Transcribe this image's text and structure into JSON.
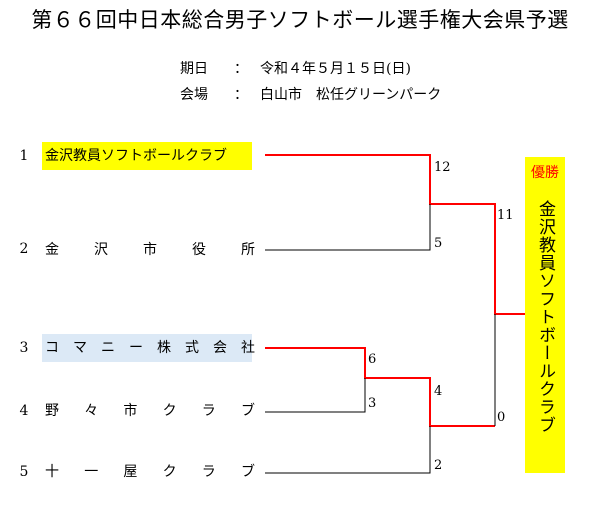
{
  "title": "第６６回中日本総合男子ソフトボール選手権大会県予選",
  "info": {
    "date_label": "期日",
    "date_sep": "：",
    "date_value": "令和４年５月１５日(日)",
    "venue_label": "会場",
    "venue_sep": "：",
    "venue_value": "白山市　松任グリーンパーク"
  },
  "teams": [
    {
      "seed": "1",
      "name": "金沢教員ソフトボールクラブ"
    },
    {
      "seed": "2",
      "name": "金沢市役所"
    },
    {
      "seed": "3",
      "name": "コマニー株式会社"
    },
    {
      "seed": "4",
      "name": "野々市クラブ"
    },
    {
      "seed": "5",
      "name": "十一屋クラブ"
    }
  ],
  "scores": {
    "r1_team1": "12",
    "r1_team2": "5",
    "r1_team3": "6",
    "r1_team4": "3",
    "r2_team3": "4",
    "r2_team5": "2",
    "final_top": "11",
    "final_bottom": "0"
  },
  "champion": {
    "label": "優勝",
    "name": "金沢教員ソフトボールクラブ"
  },
  "colors": {
    "winner_line": "#ff0000",
    "loser_line": "#000000",
    "highlight_yellow": "#ffff00",
    "highlight_blue": "#dce9f6"
  }
}
